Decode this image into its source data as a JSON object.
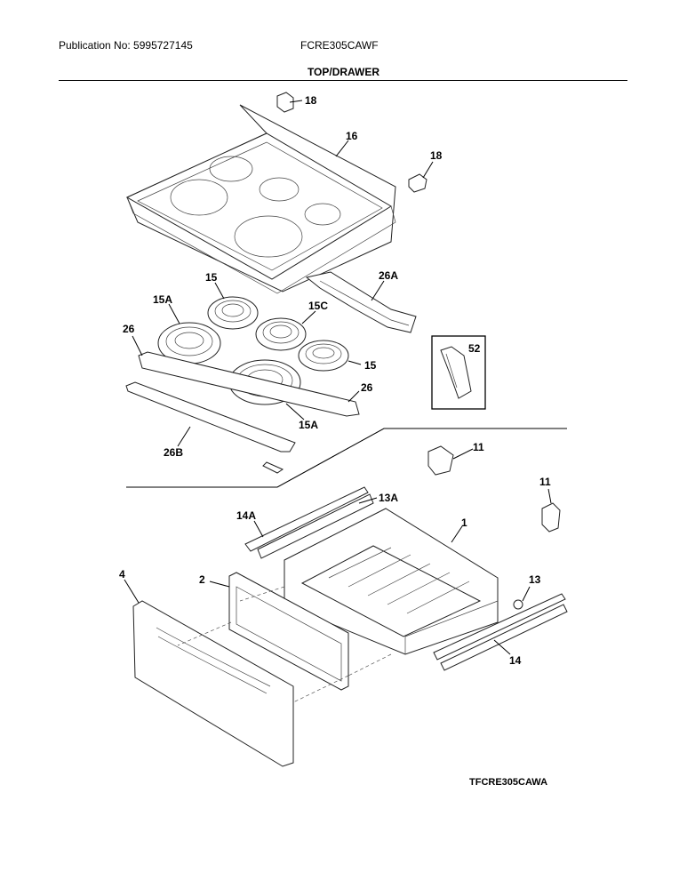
{
  "header": {
    "publication": "Publication No: 5995727145",
    "model": "FCRE305CAWF",
    "section_title": "TOP/DRAWER"
  },
  "footer": {
    "diagram_code": "TFCRE305CAWA"
  },
  "callouts": {
    "c18a": "18",
    "c16": "16",
    "c18b": "18",
    "c26a": "26A",
    "c15a": "15",
    "c15Aa": "15A",
    "c15c": "15C",
    "c26a2": "26",
    "c15b": "15",
    "c26b2": "26",
    "c15Ab": "15A",
    "c26b": "26B",
    "c52": "52",
    "c11a": "11",
    "c11b": "11",
    "c13a": "13A",
    "c14a": "14A",
    "c1": "1",
    "c4": "4",
    "c2": "2",
    "c13": "13",
    "c14": "14"
  }
}
